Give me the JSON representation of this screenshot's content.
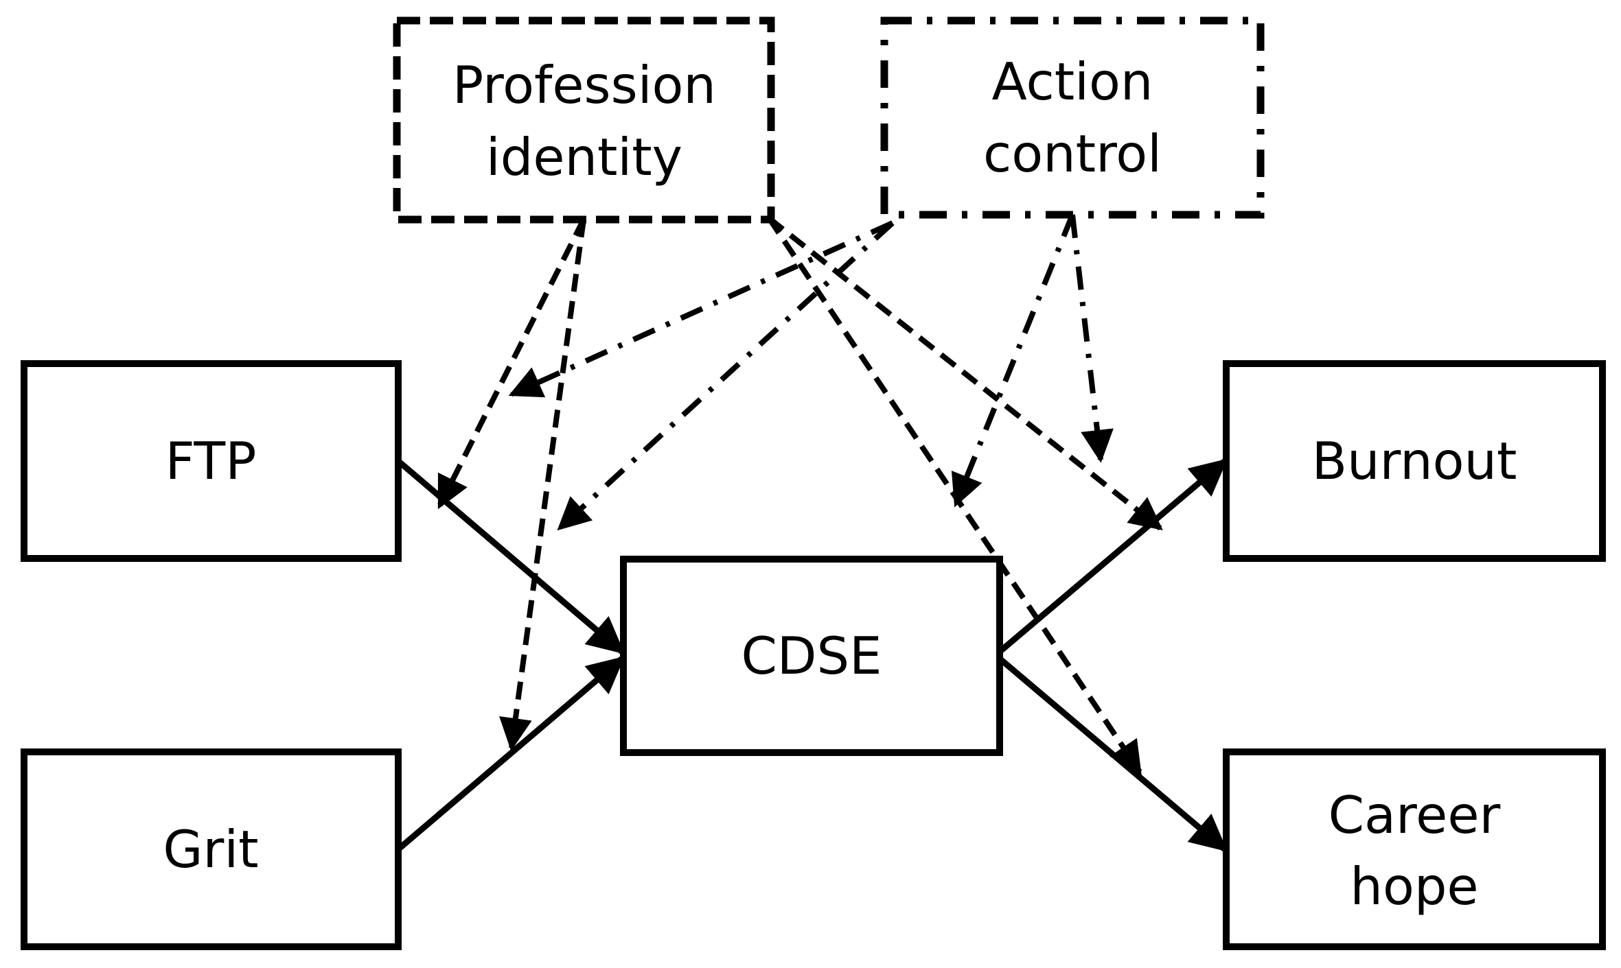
{
  "nodes": {
    "profession_identity": {
      "line1": "Profession",
      "line2": "identity"
    },
    "action_control": {
      "line1": "Action",
      "line2": "control"
    },
    "ftp": {
      "label": "FTP"
    },
    "grit": {
      "label": "Grit"
    },
    "cdse": {
      "label": "CDSE"
    },
    "burnout": {
      "label": "Burnout"
    },
    "career_hope": {
      "line1": "Career",
      "line2": "hope"
    }
  },
  "edges": [
    {
      "from": "FTP",
      "to": "CDSE",
      "style": "solid"
    },
    {
      "from": "Grit",
      "to": "CDSE",
      "style": "solid"
    },
    {
      "from": "CDSE",
      "to": "Burnout",
      "style": "solid"
    },
    {
      "from": "CDSE",
      "to": "Career hope",
      "style": "solid"
    },
    {
      "from": "Profession identity",
      "to": "FTP→CDSE path",
      "style": "dashed"
    },
    {
      "from": "Profession identity",
      "to": "Grit→CDSE path",
      "style": "dashed"
    },
    {
      "from": "Profession identity",
      "to": "CDSE→Burnout path",
      "style": "dashed"
    },
    {
      "from": "Profession identity",
      "to": "CDSE→Career hope path",
      "style": "dashed"
    },
    {
      "from": "Action control",
      "to": "Profession identity→FTP path",
      "style": "dash-dot"
    },
    {
      "from": "Action control",
      "to": "Profession identity→Grit path",
      "style": "dash-dot"
    },
    {
      "from": "Action control",
      "to": "Profession identity→Career hope path",
      "style": "dash-dot"
    },
    {
      "from": "Action control",
      "to": "Profession identity→Burnout path",
      "style": "dash-dot"
    }
  ],
  "colors": {
    "stroke": "#000000",
    "background": "#ffffff"
  }
}
